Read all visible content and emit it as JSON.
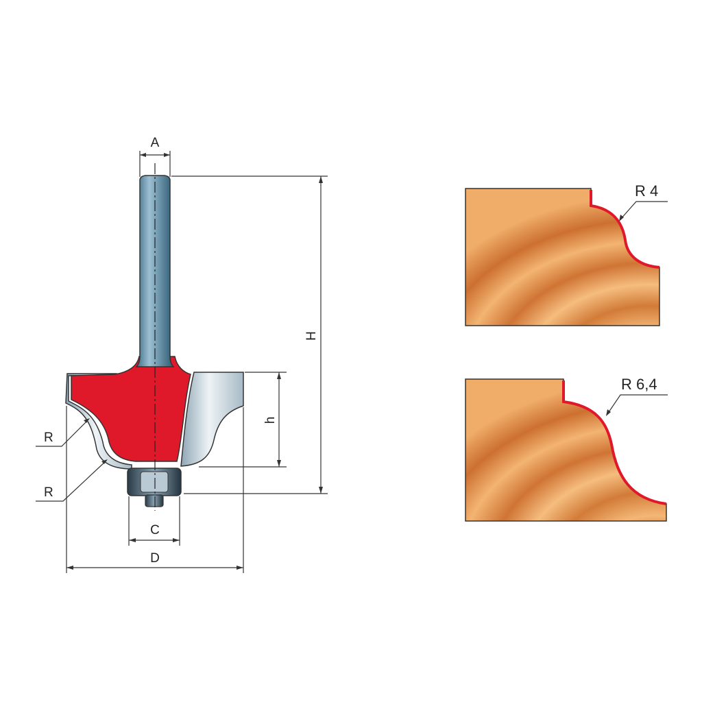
{
  "router_bit": {
    "labels": {
      "a": "A",
      "h_total": "H",
      "h_cut": "h",
      "c": "C",
      "d": "D",
      "r_upper": "R",
      "r_lower": "R"
    },
    "colors": {
      "body": "#e0192a",
      "shank": "#5f8ba3",
      "cutter": "#c9d6de"
    }
  },
  "profiles": [
    {
      "radius_label": "R 4"
    },
    {
      "radius_label": "R 6,4"
    }
  ],
  "colors": {
    "wood_light": "#f2b070",
    "wood_dark": "#c8692a",
    "profile_edge": "#e0192a"
  }
}
